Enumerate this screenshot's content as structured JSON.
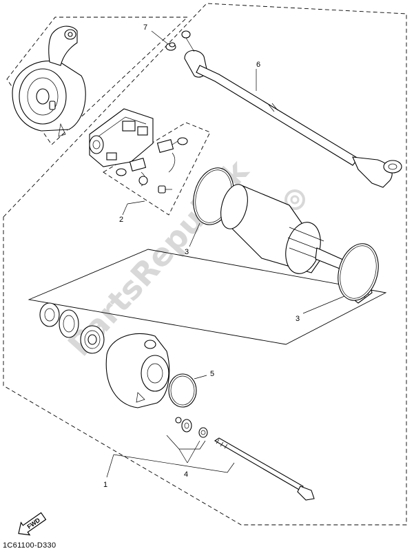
{
  "watermark": "PartsRepublik",
  "diagram_code": "1C61100-D330",
  "fwd_label": "FWD",
  "callouts": {
    "c1": "1",
    "c2": "2",
    "c3a": "3",
    "c3b": "3",
    "c4": "4",
    "c5": "5",
    "c6": "6",
    "c7": "7"
  }
}
